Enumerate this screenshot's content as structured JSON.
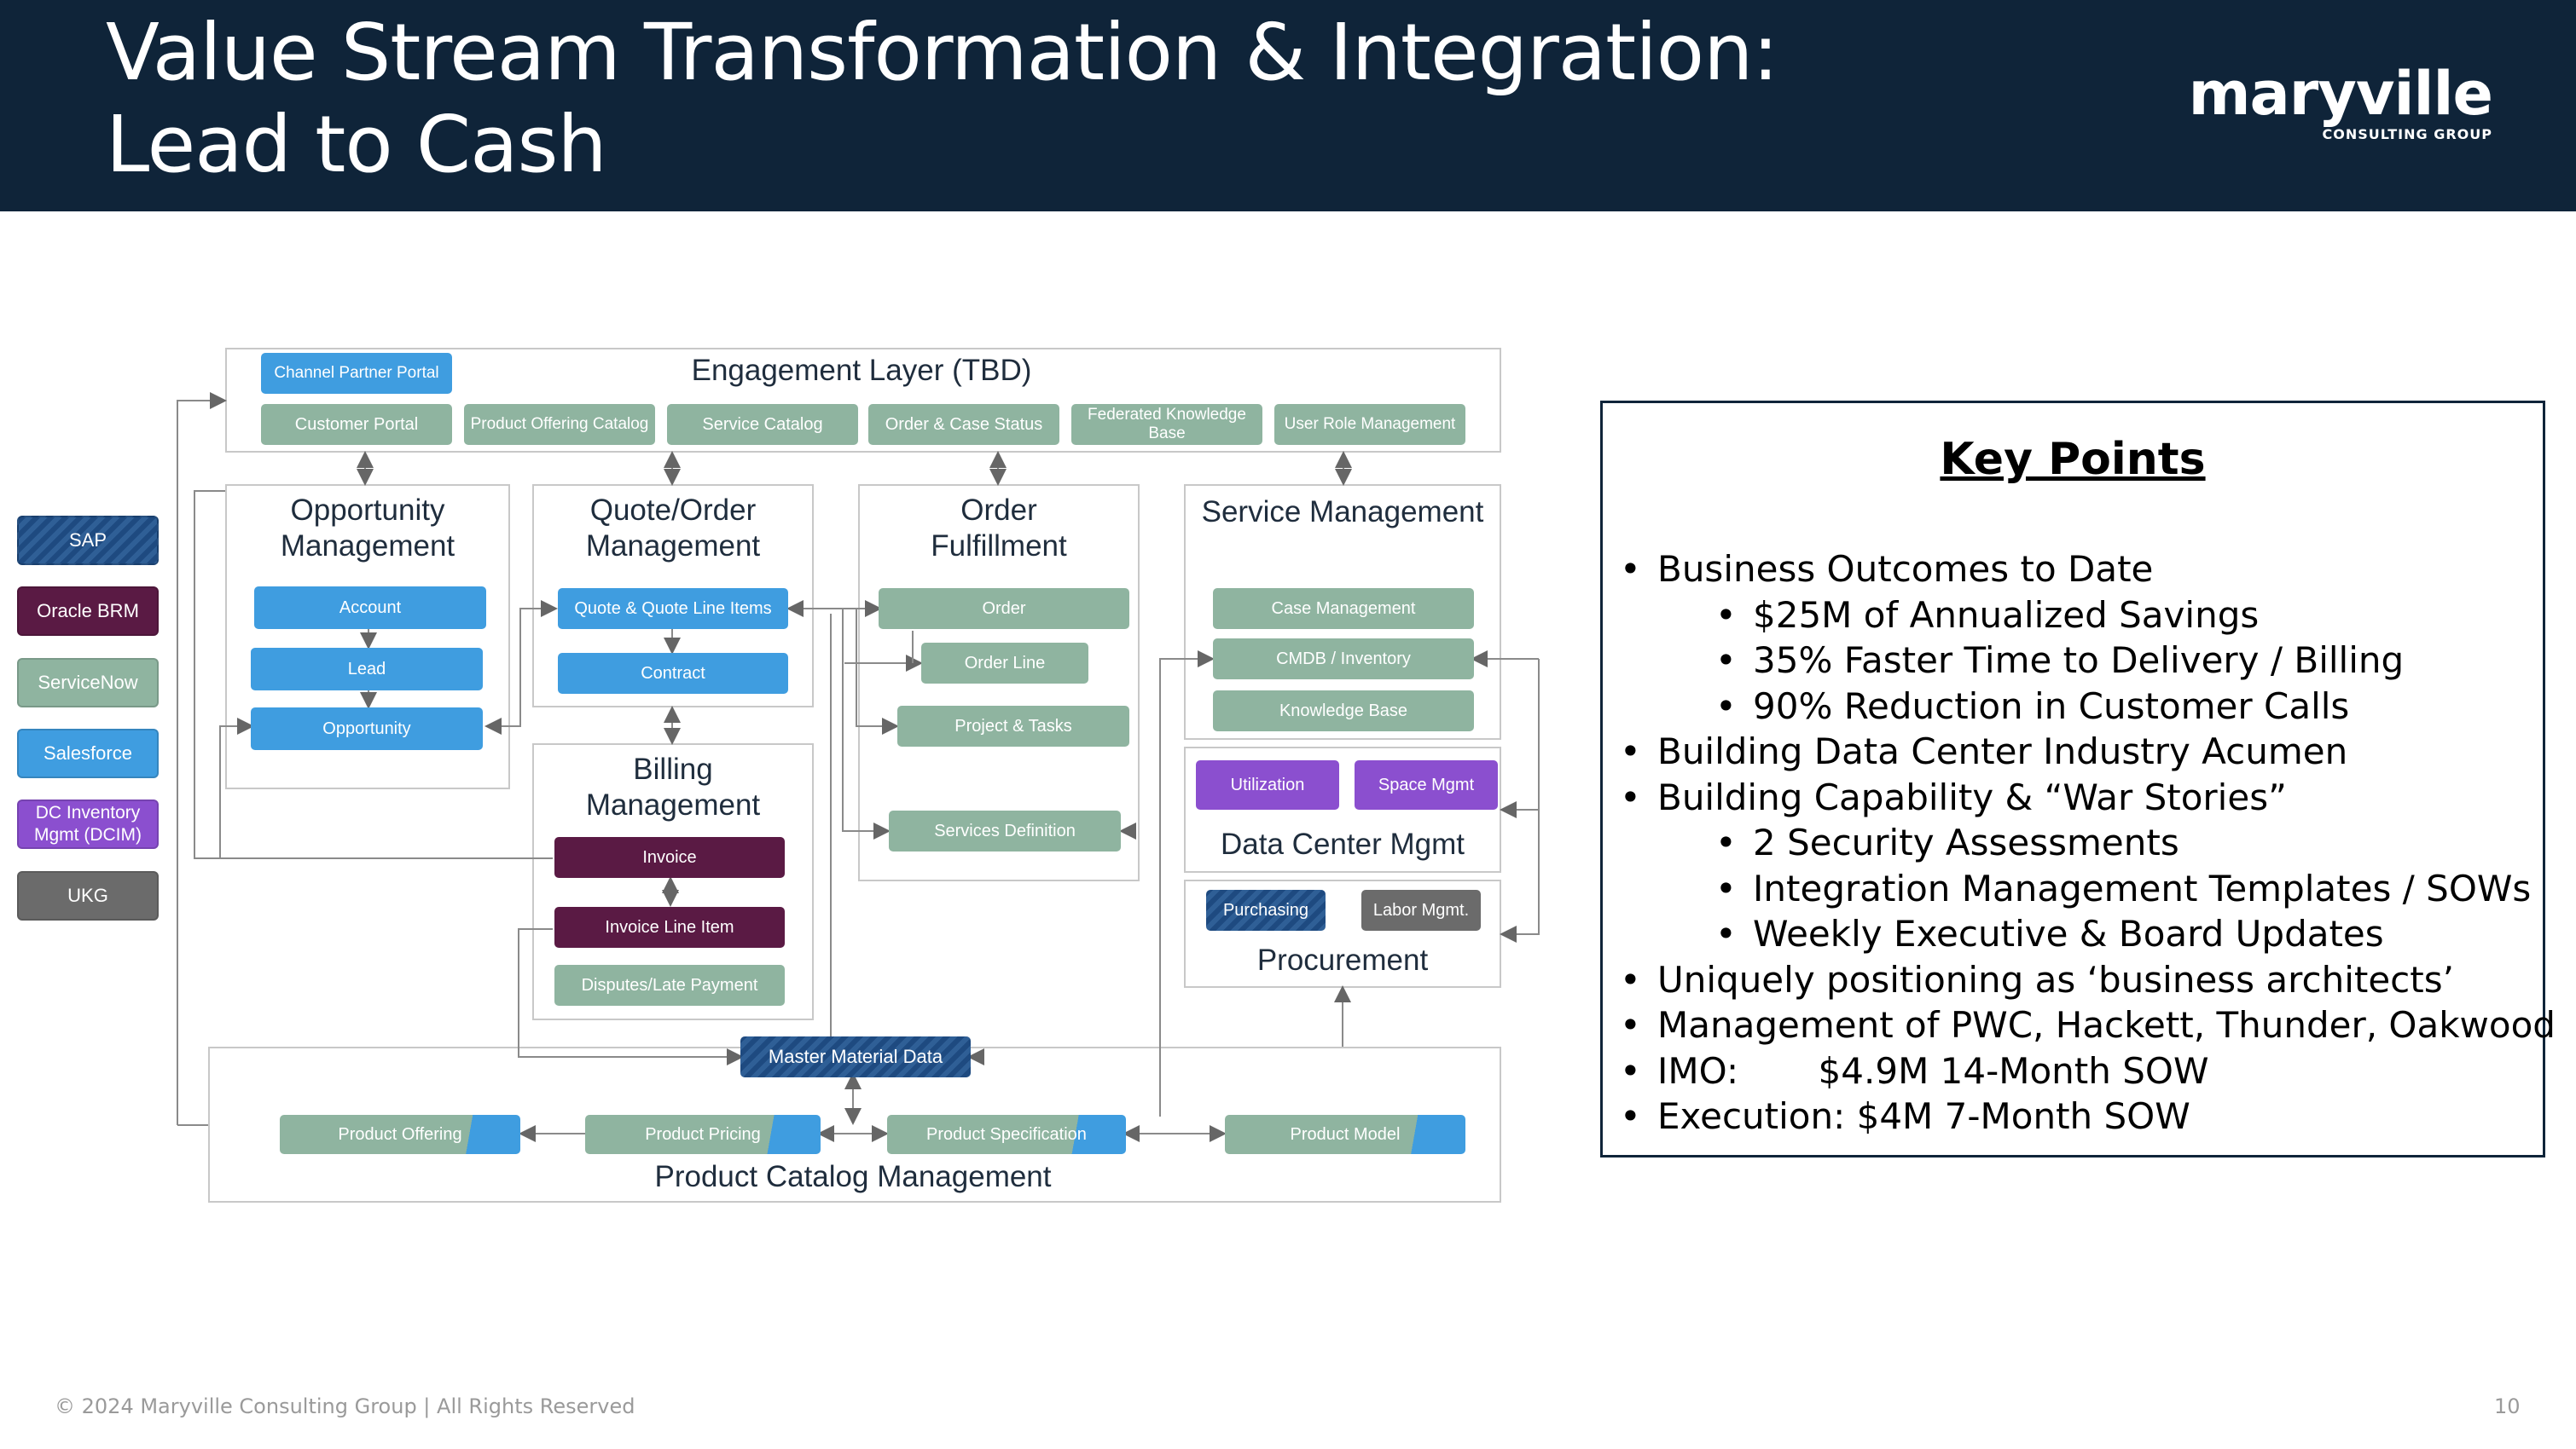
{
  "header": {
    "title_line1": "Value Stream Transformation & Integration:",
    "title_line2": "Lead to Cash",
    "logo_word": "maryville",
    "logo_sub": "CONSULTING GROUP"
  },
  "legend": [
    {
      "label": "SAP",
      "color": "#1e4a80"
    },
    {
      "label": "Oracle BRM",
      "color": "#5a1a44"
    },
    {
      "label": "ServiceNow",
      "color": "#8fb4a0"
    },
    {
      "label": "Salesforce",
      "color": "#3f9de0"
    },
    {
      "label": "DC Inventory Mgmt (DCIM)",
      "color": "#8b4fcf"
    },
    {
      "label": "UKG",
      "color": "#6b6b6b"
    }
  ],
  "diagram": {
    "engagement": {
      "title": "Engagement Layer (TBD)",
      "items": [
        "Channel Partner Portal",
        "Customer Portal",
        "Product Offering Catalog",
        "Service Catalog",
        "Order & Case Status",
        "Federated Knowledge Base",
        "User Role Management"
      ]
    },
    "opportunity": {
      "title_line1": "Opportunity",
      "title_line2": "Management",
      "items": [
        "Account",
        "Lead",
        "Opportunity"
      ]
    },
    "quote": {
      "title_line1": "Quote/Order",
      "title_line2": "Management",
      "items": [
        "Quote & Quote Line Items",
        "Contract"
      ]
    },
    "billing": {
      "title_line1": "Billing",
      "title_line2": "Management",
      "items": [
        "Invoice",
        "Invoice Line Item",
        "Disputes/Late Payment"
      ]
    },
    "fulfillment": {
      "title_line1": "Order",
      "title_line2": "Fulfillment",
      "items": [
        "Order",
        "Order Line",
        "Project & Tasks",
        "Services Definition"
      ]
    },
    "service": {
      "title": "Service Management",
      "items": [
        "Case Management",
        "CMDB / Inventory",
        "Knowledge Base"
      ]
    },
    "datacenter": {
      "title": "Data Center Mgmt",
      "items": [
        "Utilization",
        "Space Mgmt"
      ]
    },
    "procurement": {
      "title": "Procurement",
      "items": [
        "Purchasing",
        "Labor Mgmt."
      ]
    },
    "catalog": {
      "title": "Product Catalog Management",
      "master": "Master Material Data",
      "items": [
        "Product Offering",
        "Product Pricing",
        "Product Specification",
        "Product Model"
      ]
    }
  },
  "key_points": {
    "title": "Key Points",
    "lines": [
      {
        "text": "Business Outcomes to Date",
        "level": 1
      },
      {
        "text": "$25M of Annualized Savings",
        "level": 2
      },
      {
        "text": "35% Faster Time to Delivery / Billing",
        "level": 2
      },
      {
        "text": "90% Reduction in Customer Calls",
        "level": 2
      },
      {
        "text": "Building Data Center Industry Acumen",
        "level": 1
      },
      {
        "text": "Building Capability & “War Stories”",
        "level": 1
      },
      {
        "text": "2 Security Assessments",
        "level": 2
      },
      {
        "text": "Integration Management Templates / SOWs",
        "level": 2
      },
      {
        "text": "Weekly Executive & Board Updates",
        "level": 2
      },
      {
        "text": "Uniquely positioning as ‘business architects’",
        "level": 1
      },
      {
        "text": "Management of PWC, Hackett, Thunder, Oakwood",
        "level": 1
      },
      {
        "text": "IMO:       $4.9M 14-Month SOW",
        "level": 1
      },
      {
        "text": "Execution: $4M 7-Month SOW",
        "level": 1
      }
    ]
  },
  "footer": {
    "copyright": "© 2024 Maryville Consulting Group   |   All Rights Reserved",
    "page": "10"
  }
}
